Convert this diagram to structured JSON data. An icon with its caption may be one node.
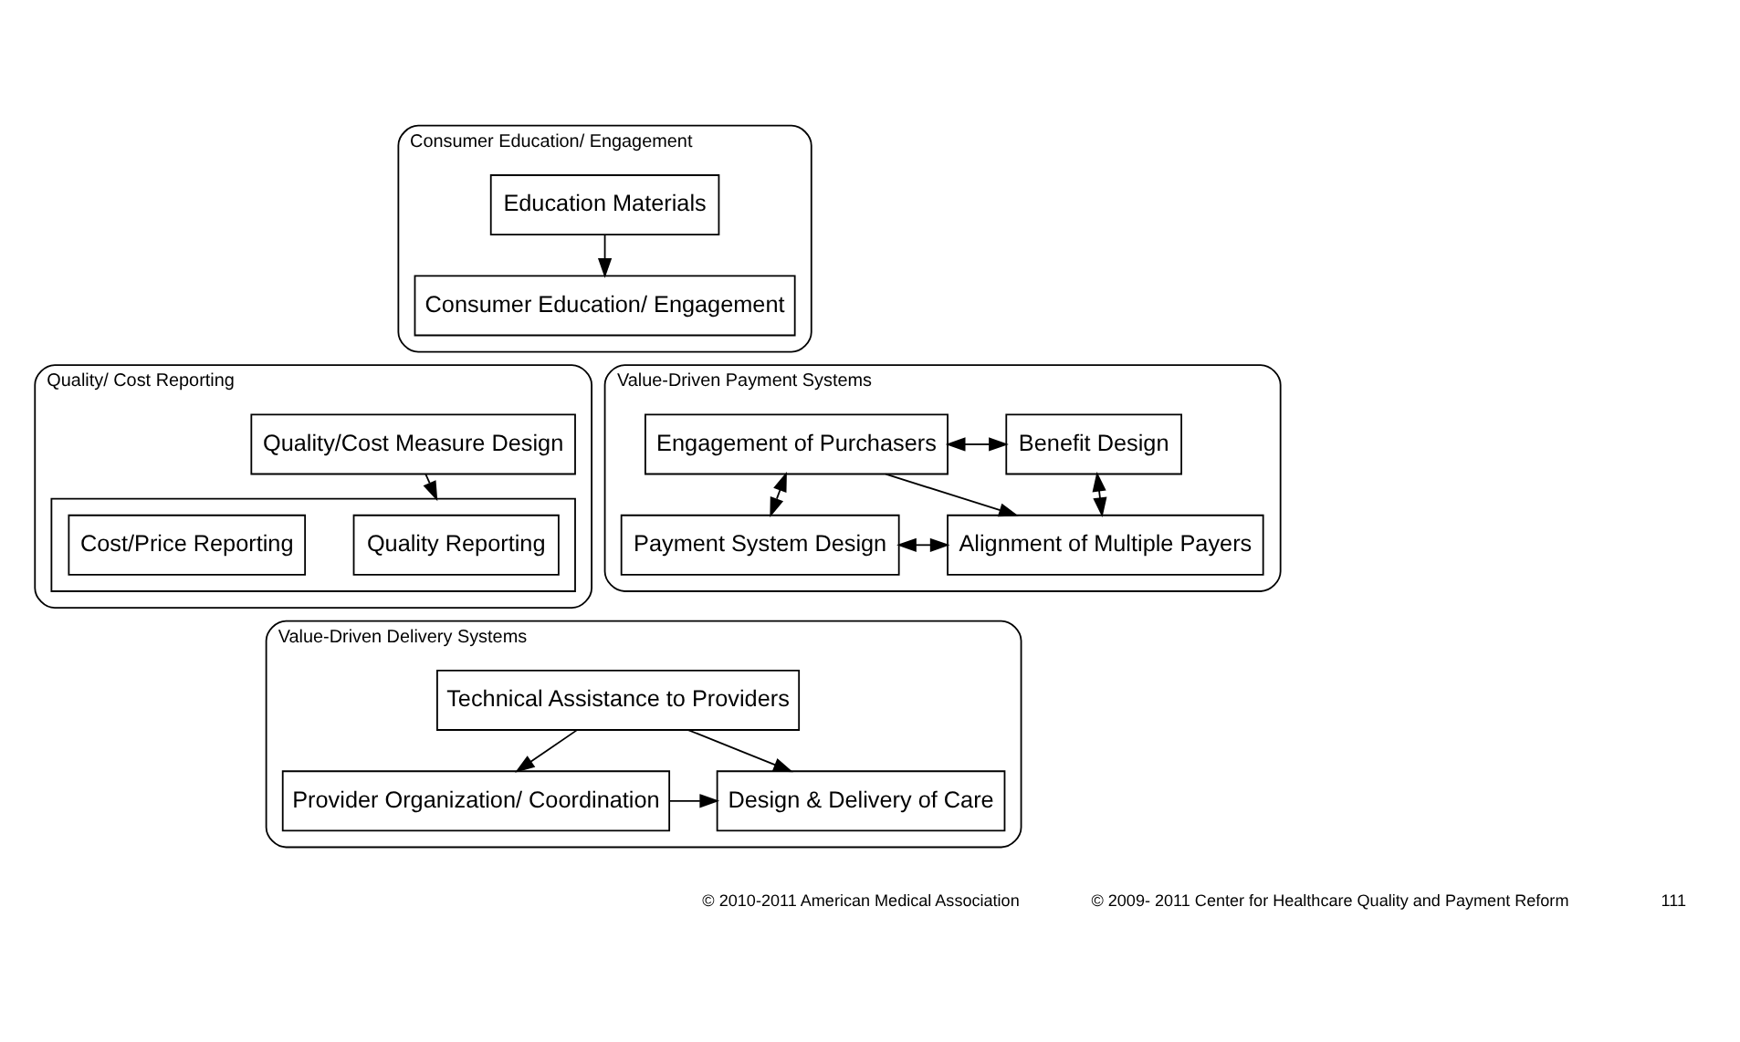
{
  "diagram": {
    "nodes": [
      {
        "text": [
          "Consumer Education/ Engagement"
        ]
      },
      {
        "text": [
          "Education Materials"
        ],
        "in": 0
      },
      {
        "text": [
          "Consumer Education/ Engagement"
        ],
        "in": 0
      },
      {
        "text": [
          "Quality/ Cost Reporting"
        ]
      },
      {
        "text": [
          "Quality/Cost Measure Design"
        ],
        "in": 3
      },
      {
        "text": [],
        "shape": "box",
        "in": 3
      },
      {
        "text": [
          "Quality Reporting"
        ],
        "in": 5
      },
      {
        "text": [
          "Cost/Price Reporting"
        ],
        "in": 5
      },
      {
        "text": [
          "Value-Driven Payment Systems"
        ]
      },
      {
        "text": [
          "Engagement of Purchasers"
        ],
        "in": 8
      },
      {
        "text": [
          "Alignment of Multiple Payers"
        ],
        "in": 8
      },
      {
        "text": [
          "Benefit Design"
        ],
        "in": 8
      },
      {
        "text": [
          "Payment System Design"
        ],
        "in": 8
      },
      {
        "text": [
          "Value-Driven Delivery Systems"
        ]
      },
      {
        "text": [
          "Technical Assistance to Providers"
        ],
        "in": 13
      },
      {
        "text": [
          "Design & Delivery of Care"
        ],
        "in": 13
      },
      {
        "text": [
          "Provider Organization/ Coordination"
        ],
        "in": 13
      }
    ],
    "edges": [
      {
        "from": 1,
        "to": 2,
        "arrow": "to"
      },
      {
        "from": 4,
        "to": 5,
        "arrow": "to"
      },
      {
        "from": 9,
        "to": 10,
        "arrow": "to"
      },
      {
        "from": 9,
        "to": 11,
        "arrow": "both"
      },
      {
        "from": 9,
        "to": 12,
        "arrow": "both"
      },
      {
        "from": 10,
        "to": 11,
        "arrow": "both"
      },
      {
        "from": 10,
        "to": 12,
        "arrow": "both"
      },
      {
        "from": 14,
        "to": 15,
        "arrow": "to"
      },
      {
        "from": 14,
        "to": 16,
        "arrow": "to"
      },
      {
        "from": 16,
        "to": 15,
        "arrow": "to"
      }
    ],
    "labels": [
      "© 2010-2011 American Medical Association",
      "© 2009- 2011 Center for Healthcare Quality and Payment Reform",
      "111"
    ]
  }
}
